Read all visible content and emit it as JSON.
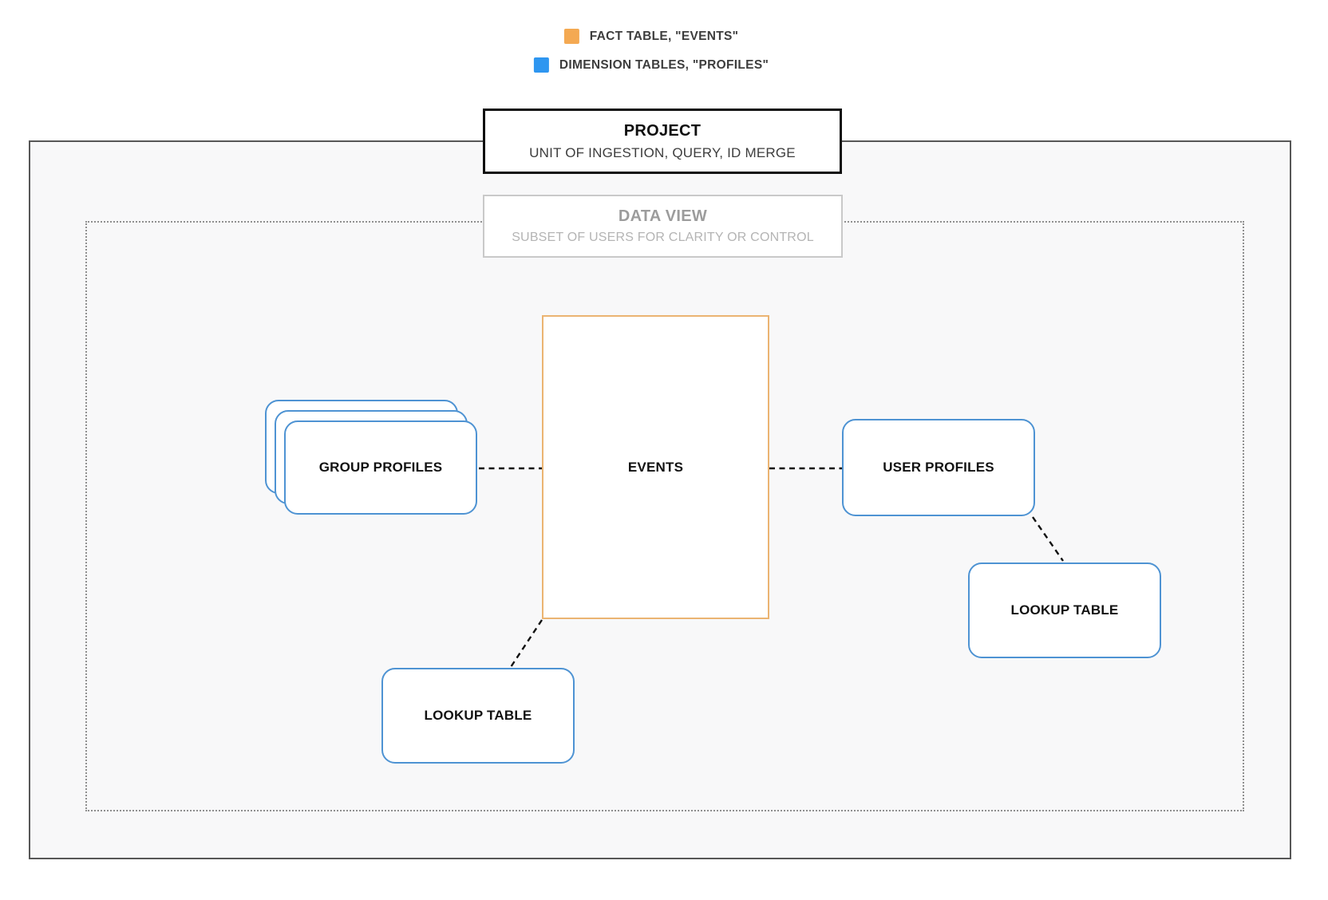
{
  "legend": {
    "items": [
      {
        "label": "FACT TABLE, \"EVENTS\"",
        "color": "#f4a952"
      },
      {
        "label": "DIMENSION TABLES, \"PROFILES\"",
        "color": "#2e96f0"
      }
    ]
  },
  "project": {
    "title": "PROJECT",
    "subtitle": "UNIT OF INGESTION, QUERY, ID MERGE"
  },
  "data_view": {
    "title": "DATA VIEW",
    "subtitle": "SUBSET OF USERS FOR CLARITY OR CONTROL"
  },
  "nodes": {
    "events": {
      "label": "EVENTS",
      "border_color": "#ebb472"
    },
    "group_profiles": {
      "label": "GROUP PROFILES",
      "border_color": "#4e93d3"
    },
    "user_profiles": {
      "label": "USER PROFILES",
      "border_color": "#4e93d3"
    },
    "lookup_table_bottom": {
      "label": "LOOKUP TABLE",
      "border_color": "#4e93d3"
    },
    "lookup_table_right": {
      "label": "LOOKUP TABLE",
      "border_color": "#4e93d3"
    }
  },
  "colors": {
    "fact_accent": "#f4a952",
    "dimension_accent": "#2e96f0",
    "outer_border": "#575757",
    "dotted_border": "#8f8f8f",
    "connector": "#111111",
    "inner_background": "#f8f8f9"
  }
}
